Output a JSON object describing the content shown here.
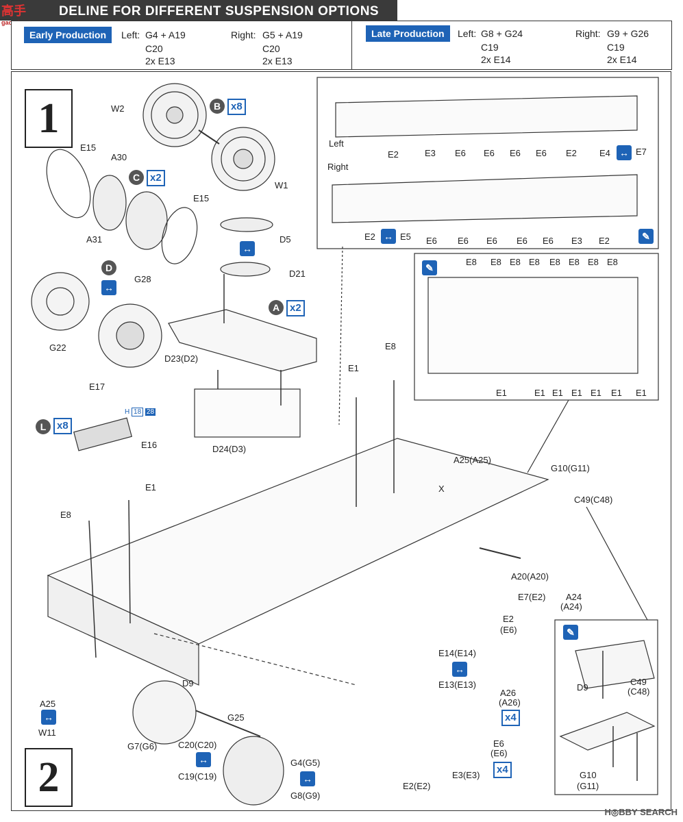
{
  "header": {
    "title": "DELINE FOR DIFFERENT SUSPENSION OPTIONS",
    "logo_text": "高手",
    "logo_sub": "gao-shou.com"
  },
  "early": {
    "badge": "Early Production",
    "left_label": "Left:",
    "left_lines": [
      "G4 + A19",
      "C20",
      "2x E13"
    ],
    "right_label": "Right:",
    "right_lines": [
      "G5 + A19",
      "C20",
      "2x E13"
    ]
  },
  "late": {
    "badge": "Late Production",
    "left_label": "Left:",
    "left_lines": [
      "G8 + G24",
      "C19",
      "2x E14"
    ],
    "right_label": "Right:",
    "right_lines": [
      "G9 + G26",
      "C19",
      "2x E14"
    ]
  },
  "step1": {
    "number": "1",
    "parts": {
      "w2": "W2",
      "w1": "W1",
      "e15a": "E15",
      "a30": "A30",
      "a31": "A31",
      "e15b": "E15",
      "d5": "D5",
      "d21": "D21",
      "g28": "G28",
      "g22": "G22",
      "d23": "D23(D2)",
      "d24": "D24(D3)",
      "e17": "E17",
      "e16": "E16"
    },
    "callouts": {
      "b": "B",
      "b_mult": "x8",
      "c": "C",
      "c_mult": "x2",
      "d": "D",
      "a": "A",
      "a_mult": "x2",
      "l": "L",
      "l_mult": "x8",
      "h_label": "H",
      "h_18": "18",
      "h_28": "28"
    }
  },
  "side_views": {
    "left_title": "Left",
    "right_title": "Right",
    "left_parts": [
      "E2",
      "E3",
      "E6",
      "E6",
      "E6",
      "E6",
      "E2",
      "E4",
      "E7"
    ],
    "right_parts": [
      "E2",
      "E5",
      "E6",
      "E6",
      "E6",
      "E6",
      "E6",
      "E3",
      "E2"
    ]
  },
  "top_view": {
    "top_labels": [
      "E8",
      "E8",
      "E8",
      "E8",
      "E8",
      "E8",
      "E8",
      "E8"
    ],
    "bottom_labels": [
      "E1",
      "E1",
      "E1",
      "E1",
      "E1",
      "E1",
      "E1"
    ]
  },
  "step2": {
    "number": "2",
    "parts": {
      "e8_top": "E8",
      "e1_top": "E1",
      "a25_top": "A25(A25)",
      "x": "X",
      "g10": "G10(G11)",
      "c49": "C49(C48)",
      "e1_left": "E1",
      "e8_left": "E8",
      "a20": "A20(A20)",
      "a24": "A24",
      "a24b": "(A24)",
      "e7": "E7(E2)",
      "e2": "E2",
      "e2b": "(E6)",
      "e14": "E14(E14)",
      "e13": "E13(E13)",
      "d9": "D9",
      "a25": "A25",
      "w11": "W11",
      "g25": "G25",
      "g7": "G7(G6)",
      "c20": "C20(C20)",
      "c19": "C19(C19)",
      "g4": "G4(G5)",
      "g8": "G8(G9)",
      "a26": "A26",
      "a26b": "(A26)",
      "a26_mult": "x4",
      "e6": "E6",
      "e6b": "(E6)",
      "e6_mult": "x4",
      "e3": "E3(E3)",
      "e2e2": "E2(E2)"
    }
  },
  "detail": {
    "d9": "D9",
    "c49": "C49",
    "c48": "(C48)",
    "g10": "G10",
    "g11": "(G11)"
  },
  "watermark": "H◎BBY SEARCH",
  "colors": {
    "accent": "#1e63b6",
    "header_bg": "#3a3a3a"
  }
}
